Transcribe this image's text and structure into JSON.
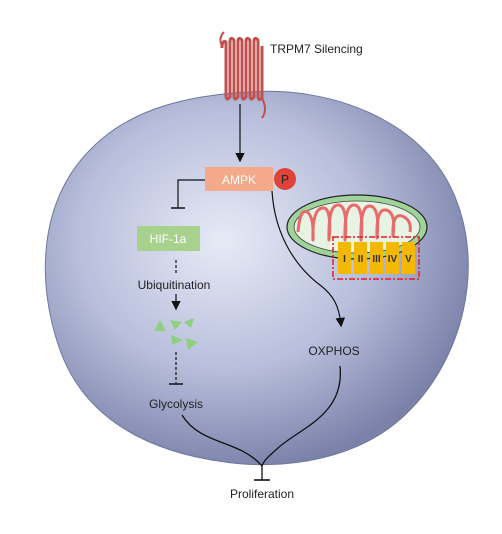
{
  "labels": {
    "receptor": "TRPM7 Silencing",
    "ampk": "AMPK",
    "phospho": "P",
    "hif": "HIF-1a",
    "ubiquitination": "Ubiquitination",
    "glycolysis": "Glycolysis",
    "oxphos": "OXPHOS",
    "proliferation": "Proliferation"
  },
  "complexes": [
    "I",
    "II",
    "III",
    "IV",
    "V"
  ],
  "colors": {
    "cell_light": "#dfe3f2",
    "cell_dark": "#7f87ad",
    "receptor": "#c0504d",
    "ampk_box": "#f4a98a",
    "phospho_circle": "#e0433a",
    "hif_box": "#a9d18e",
    "mito_outer": "#9fd39a",
    "mito_inner": "#e86a6a",
    "complex": "#f5b800",
    "dashed_box": "#e02020",
    "degradation": "#8fcf7f"
  }
}
